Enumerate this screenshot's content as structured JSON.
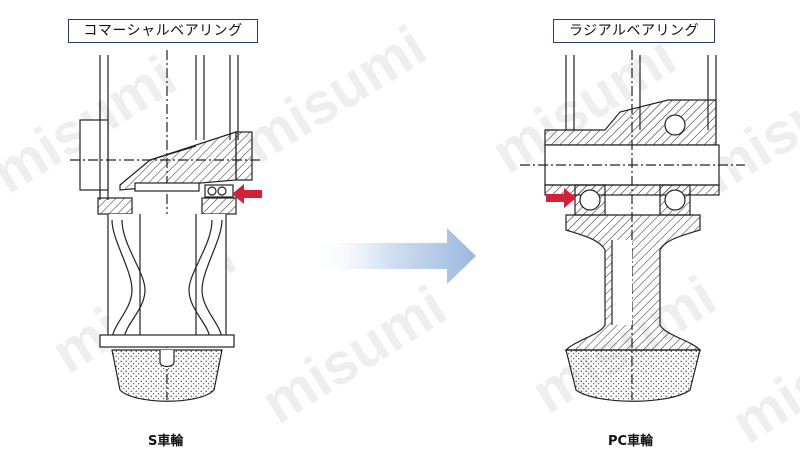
{
  "labels": {
    "commercial_bearing": "コマーシャルベアリング",
    "radial_bearing": "ラジアルベアリング"
  },
  "captions": {
    "s_wheel": "S車輪",
    "pc_wheel": "PC車輪"
  },
  "watermark": "misumi",
  "colors": {
    "line": "#222222",
    "arrow_red": "#d6203a",
    "arrow_blue": "#9bb8de",
    "label_border": "#2b3a66"
  }
}
